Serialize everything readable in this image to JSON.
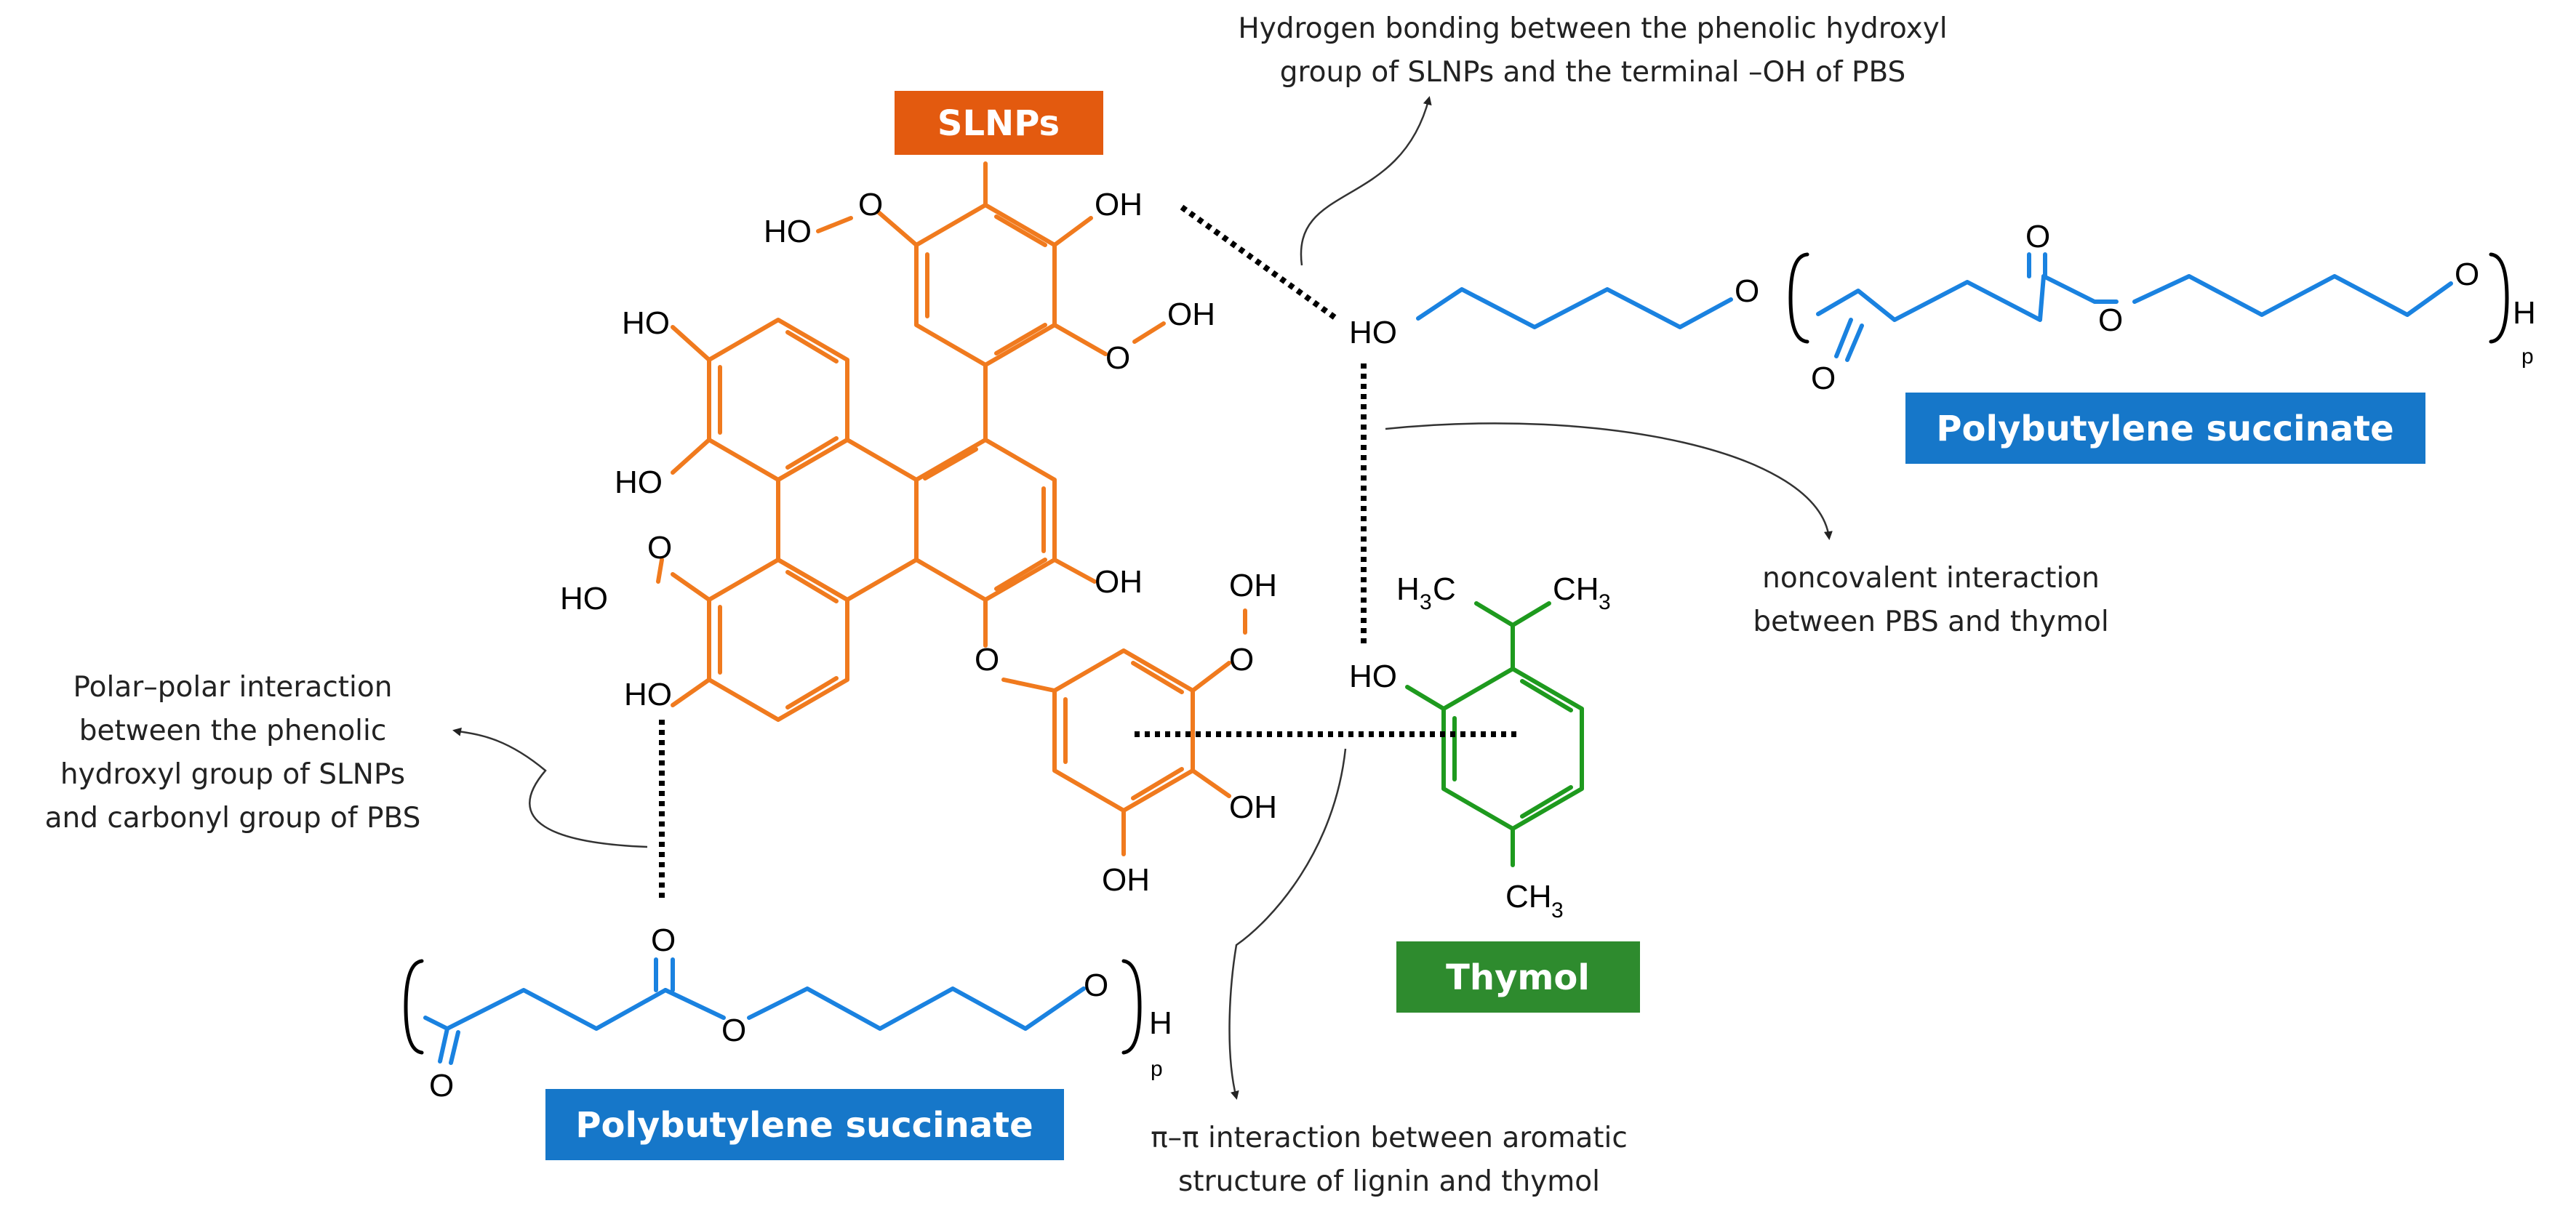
{
  "colors": {
    "slnps": "#f07a1e",
    "pbs": "#1a82e0",
    "thymol": "#1e9a1e",
    "slnps_label_bg": "#e35a0f",
    "pbs_label_bg": "#1677c9",
    "thymol_label_bg": "#2e8b2e"
  },
  "labels": {
    "slnps": "SLNPs",
    "pbs_top": "Polybutylene succinate",
    "pbs_bottom": "Polybutylene succinate",
    "thymol": "Thymol"
  },
  "annotations": {
    "hydrogen_bonding": [
      "Hydrogen bonding between the phenolic hydroxyl",
      "group of SLNPs and the terminal –OH of PBS"
    ],
    "noncovalent": [
      "noncovalent interaction",
      "between PBS and thymol"
    ],
    "polar_polar": [
      "Polar–polar interaction",
      "between the phenolic",
      "hydroxyl group of SLNPs",
      "and carbonyl group of PBS"
    ],
    "pi_pi": [
      "π–π interaction between aromatic",
      "structure of lignin and thymol"
    ]
  },
  "atoms": {
    "ho": "HO",
    "oh": "OH",
    "o": "O",
    "h": "H",
    "p": "p",
    "h3c": "H",
    "ch3": "CH",
    "sub3": "3",
    "c": "C"
  }
}
